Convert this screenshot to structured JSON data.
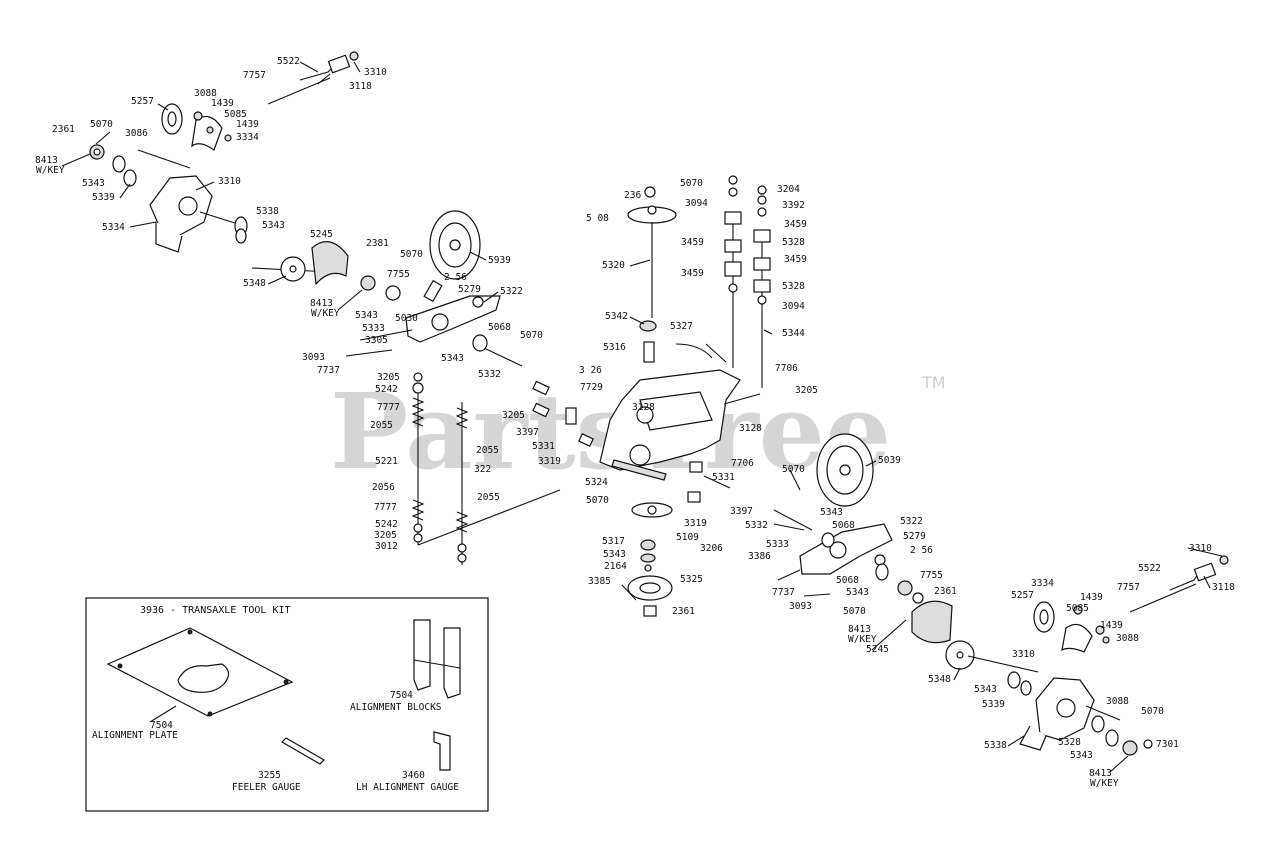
{
  "watermark": {
    "text": "PartsTree",
    "trademark": "TM"
  },
  "kit": {
    "title": "3936 - TRANSAXLE TOOL KIT",
    "plate": {
      "num": "7504",
      "name": "ALIGNMENT PLATE"
    },
    "blocks": {
      "num": "7504",
      "name": "ALIGNMENT BLOCKS"
    },
    "feeler": {
      "num": "3255",
      "name": "FEELER GAUGE"
    },
    "gauge": {
      "num": "3460",
      "name": "LH ALIGNMENT GAUGE"
    }
  },
  "callouts": [
    {
      "id": "c1",
      "text": "5522"
    },
    {
      "id": "c2",
      "text": "3310"
    },
    {
      "id": "c3",
      "text": "7757"
    },
    {
      "id": "c4",
      "text": "3118"
    },
    {
      "id": "c5",
      "text": "5257"
    },
    {
      "id": "c6",
      "text": "3088"
    },
    {
      "id": "c7",
      "text": "1439"
    },
    {
      "id": "c8",
      "text": "5085"
    },
    {
      "id": "c9",
      "text": "1439"
    },
    {
      "id": "c10",
      "text": "3334"
    },
    {
      "id": "c11",
      "text": "2361"
    },
    {
      "id": "c12",
      "text": "5070"
    },
    {
      "id": "c13",
      "text": "3086"
    },
    {
      "id": "c14",
      "text": "8413"
    },
    {
      "id": "c15",
      "text": "W/KEY"
    },
    {
      "id": "c16",
      "text": "5343"
    },
    {
      "id": "c17",
      "text": "5339"
    },
    {
      "id": "c18",
      "text": "3310"
    },
    {
      "id": "c19",
      "text": "5334"
    },
    {
      "id": "c20",
      "text": "5338"
    },
    {
      "id": "c21",
      "text": "5343"
    },
    {
      "id": "c22",
      "text": "5245"
    },
    {
      "id": "c23",
      "text": "2381"
    },
    {
      "id": "c24",
      "text": "5070"
    },
    {
      "id": "c25",
      "text": "5939"
    },
    {
      "id": "c26",
      "text": "5348"
    },
    {
      "id": "c27",
      "text": "7755"
    },
    {
      "id": "c28",
      "text": "2 56"
    },
    {
      "id": "c29",
      "text": "5279"
    },
    {
      "id": "c30",
      "text": "5322"
    },
    {
      "id": "c31",
      "text": "8413"
    },
    {
      "id": "c32",
      "text": "W/KEY"
    },
    {
      "id": "c33",
      "text": "5343"
    },
    {
      "id": "c34",
      "text": "5030"
    },
    {
      "id": "c35",
      "text": "5333"
    },
    {
      "id": "c36",
      "text": "3305"
    },
    {
      "id": "c37",
      "text": "5068"
    },
    {
      "id": "c38",
      "text": "5070"
    },
    {
      "id": "c39",
      "text": "3093"
    },
    {
      "id": "c40",
      "text": "5343"
    },
    {
      "id": "c41",
      "text": "7737"
    },
    {
      "id": "c42",
      "text": "5332"
    },
    {
      "id": "c43",
      "text": "236"
    },
    {
      "id": "c44",
      "text": "5070"
    },
    {
      "id": "c45",
      "text": "5 08"
    },
    {
      "id": "c46",
      "text": "5320"
    },
    {
      "id": "c47",
      "text": "5342"
    },
    {
      "id": "c48",
      "text": "5316"
    },
    {
      "id": "c49",
      "text": "5327"
    },
    {
      "id": "c50",
      "text": "3094"
    },
    {
      "id": "c51",
      "text": "3459"
    },
    {
      "id": "c52",
      "text": "3459"
    },
    {
      "id": "c53",
      "text": "3204"
    },
    {
      "id": "c54",
      "text": "3392"
    },
    {
      "id": "c55",
      "text": "3459"
    },
    {
      "id": "c56",
      "text": "5328"
    },
    {
      "id": "c57",
      "text": "3459"
    },
    {
      "id": "c58",
      "text": "5328"
    },
    {
      "id": "c59",
      "text": "3094"
    },
    {
      "id": "c60",
      "text": "5344"
    },
    {
      "id": "c61",
      "text": "7706"
    },
    {
      "id": "c62",
      "text": "3205"
    },
    {
      "id": "c63",
      "text": "3205"
    },
    {
      "id": "c64",
      "text": "5242"
    },
    {
      "id": "c65",
      "text": "7777"
    },
    {
      "id": "c66",
      "text": "2055"
    },
    {
      "id": "c67",
      "text": "2055"
    },
    {
      "id": "c68",
      "text": "5221"
    },
    {
      "id": "c69",
      "text": "322"
    },
    {
      "id": "c70",
      "text": "2056"
    },
    {
      "id": "c71",
      "text": "2055"
    },
    {
      "id": "c72",
      "text": "7777"
    },
    {
      "id": "c73",
      "text": "5242"
    },
    {
      "id": "c74",
      "text": "3205"
    },
    {
      "id": "c75",
      "text": "3012"
    },
    {
      "id": "c76",
      "text": "3 26"
    },
    {
      "id": "c77",
      "text": "7729"
    },
    {
      "id": "c78",
      "text": "3128"
    },
    {
      "id": "c79",
      "text": "3205"
    },
    {
      "id": "c80",
      "text": "3397"
    },
    {
      "id": "c81",
      "text": "5331"
    },
    {
      "id": "c82",
      "text": "3319"
    },
    {
      "id": "c83",
      "text": "3128"
    },
    {
      "id": "c84",
      "text": "7706"
    },
    {
      "id": "c85",
      "text": "5324"
    },
    {
      "id": "c86",
      "text": "5331"
    },
    {
      "id": "c87",
      "text": "5070"
    },
    {
      "id": "c88",
      "text": "3319"
    },
    {
      "id": "c89",
      "text": "3397"
    },
    {
      "id": "c90",
      "text": "5109"
    },
    {
      "id": "c91",
      "text": "3206"
    },
    {
      "id": "c92",
      "text": "5317"
    },
    {
      "id": "c93",
      "text": "5343"
    },
    {
      "id": "c94",
      "text": "2164"
    },
    {
      "id": "c95",
      "text": "5325"
    },
    {
      "id": "c96",
      "text": "3385"
    },
    {
      "id": "c97",
      "text": "2361"
    },
    {
      "id": "c98",
      "text": "5070"
    },
    {
      "id": "c99",
      "text": "5039"
    },
    {
      "id": "c100",
      "text": "5343"
    },
    {
      "id": "c101",
      "text": "5068"
    },
    {
      "id": "c102",
      "text": "5322"
    },
    {
      "id": "c103",
      "text": "5332"
    },
    {
      "id": "c104",
      "text": "5333"
    },
    {
      "id": "c105",
      "text": "5279"
    },
    {
      "id": "c106",
      "text": "3386"
    },
    {
      "id": "c107",
      "text": "2 56"
    },
    {
      "id": "c108",
      "text": "7755"
    },
    {
      "id": "c109",
      "text": "7737"
    },
    {
      "id": "c110",
      "text": "5068"
    },
    {
      "id": "c111",
      "text": "3093"
    },
    {
      "id": "c112",
      "text": "5343"
    },
    {
      "id": "c113",
      "text": "2361"
    },
    {
      "id": "c114",
      "text": "5070"
    },
    {
      "id": "c115",
      "text": "8413"
    },
    {
      "id": "c116",
      "text": "W/KEY"
    },
    {
      "id": "c117",
      "text": "5245"
    },
    {
      "id": "c118",
      "text": "3310"
    },
    {
      "id": "c119",
      "text": "5522"
    },
    {
      "id": "c120",
      "text": "3118"
    },
    {
      "id": "c121",
      "text": "7757"
    },
    {
      "id": "c122",
      "text": "5257"
    },
    {
      "id": "c123",
      "text": "3334"
    },
    {
      "id": "c124",
      "text": "1439"
    },
    {
      "id": "c125",
      "text": "5085"
    },
    {
      "id": "c126",
      "text": "1439"
    },
    {
      "id": "c127",
      "text": "3088"
    },
    {
      "id": "c128",
      "text": "5348"
    },
    {
      "id": "c129",
      "text": "3310"
    },
    {
      "id": "c130",
      "text": "5343"
    },
    {
      "id": "c131",
      "text": "5339"
    },
    {
      "id": "c132",
      "text": "3088"
    },
    {
      "id": "c133",
      "text": "5070"
    },
    {
      "id": "c134",
      "text": "5338"
    },
    {
      "id": "c135",
      "text": "5328"
    },
    {
      "id": "c136",
      "text": "5343"
    },
    {
      "id": "c137",
      "text": "7301"
    },
    {
      "id": "c138",
      "text": "8413"
    },
    {
      "id": "c139",
      "text": "W/KEY"
    }
  ]
}
